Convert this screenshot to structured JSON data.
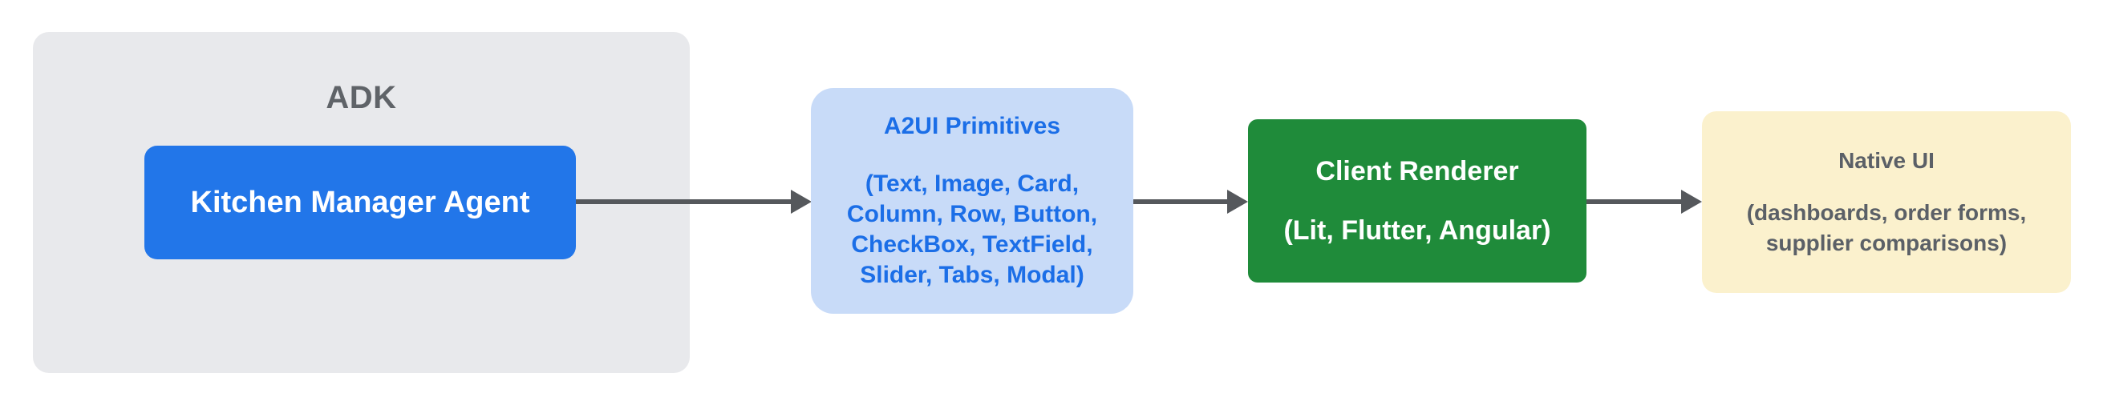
{
  "diagram": {
    "canvas_bg": "#ffffff",
    "arrow_color": "#55585c",
    "container": {
      "label": "ADK",
      "bg": "#e8e9ec",
      "label_color": "#5f6368"
    },
    "nodes": {
      "kitchen_manager": {
        "title": "Kitchen Manager Agent",
        "bg": "#2276e9",
        "text_color": "#ffffff"
      },
      "a2ui_primitives": {
        "title": "A2UI Primitives",
        "body": "(Text, Image, Card,\nColumn, Row, Button,\nCheckBox, TextField,\nSlider, Tabs, Modal)",
        "bg": "#c8dbf8",
        "text_color": "#1b6ee7"
      },
      "client_renderer": {
        "title": "Client Renderer",
        "body": "(Lit, Flutter, Angular)",
        "bg": "#1f8b3a",
        "text_color": "#ffffff"
      },
      "native_ui": {
        "title": "Native UI",
        "body": "(dashboards, order forms,\nsupplier comparisons)",
        "bg": "#fbf1cd",
        "text_color": "#5b6067"
      }
    }
  }
}
